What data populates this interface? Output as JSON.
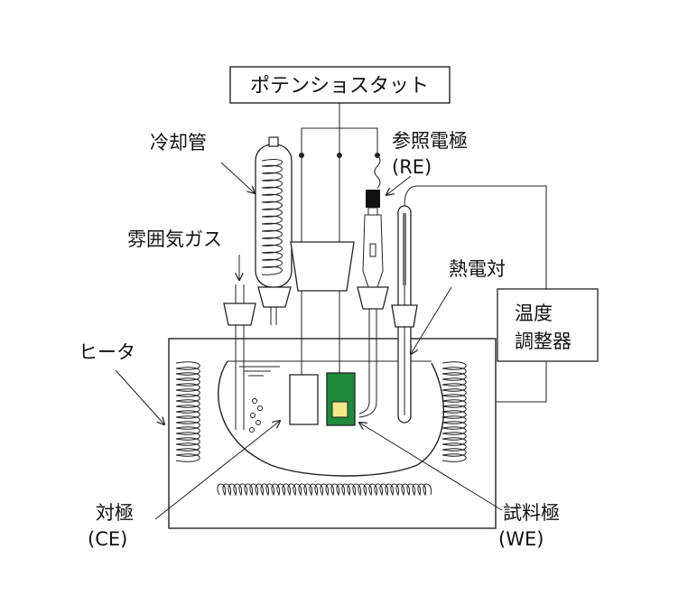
{
  "labels": {
    "potentiostat": "ポテンショスタット",
    "condenser": "冷却管",
    "reference_electrode": "参照電極",
    "reference_electrode_abbr": "(RE)",
    "atmosphere_gas": "雰囲気ガス",
    "thermocouple": "熱電対",
    "temperature_controller_line1": "温度",
    "temperature_controller_line2": "調整器",
    "heater": "ヒータ",
    "counter_electrode": "対極",
    "counter_electrode_abbr": "(CE)",
    "working_electrode": "試料極",
    "working_electrode_abbr": "(WE)"
  },
  "colors": {
    "line": "#222222",
    "working_electrode_fill": "#1f8a3a",
    "working_electrode_sample": "#f2e98a",
    "reference_cap": "#111111",
    "background": "#ffffff"
  }
}
